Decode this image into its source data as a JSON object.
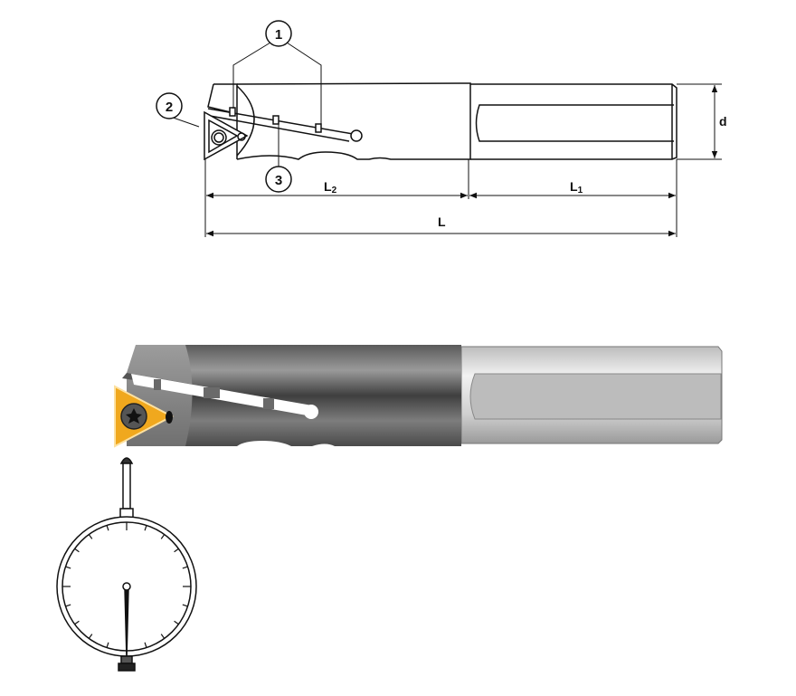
{
  "drawing": {
    "callouts": [
      "1",
      "2",
      "3"
    ],
    "dimensions": {
      "L2": {
        "main": "L",
        "sub": "2"
      },
      "L1": {
        "main": "L",
        "sub": "1"
      },
      "L": {
        "main": "L"
      },
      "d": {
        "main": "d"
      }
    }
  },
  "colors": {
    "insert": "#f0a81e",
    "body": "#6b6b6b",
    "shank": "#c9c9c9",
    "line": "#111111"
  }
}
